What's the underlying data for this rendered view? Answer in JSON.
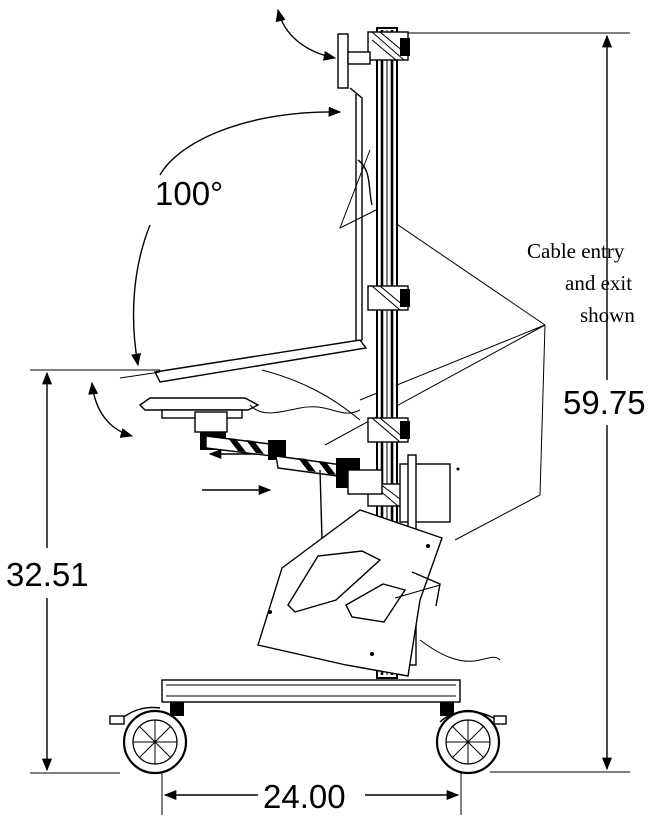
{
  "dimensions": {
    "overall_height": "59.75",
    "keyboard_height": "32.51",
    "base_width": "24.00",
    "tilt_angle": "100°"
  },
  "annotations": {
    "cable_line1": "Cable entry",
    "cable_line2": "and exit",
    "cable_line3": "shown"
  }
}
